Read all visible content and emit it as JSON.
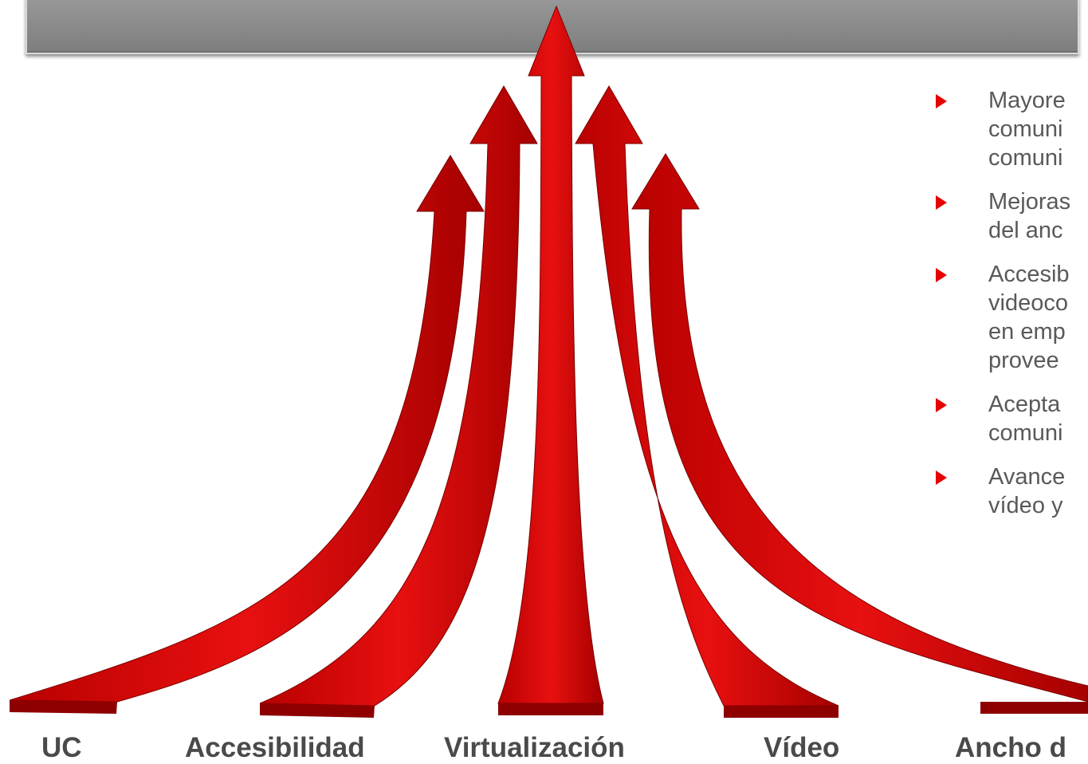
{
  "bullets": [
    {
      "lines": [
        "Mayore",
        "comuni",
        "comuni"
      ]
    },
    {
      "lines": [
        "Mejoras",
        "del anc"
      ]
    },
    {
      "lines": [
        "Accesib",
        "videoco",
        "en emp",
        "provee"
      ]
    },
    {
      "lines": [
        "Acepta",
        "comuni"
      ]
    },
    {
      "lines": [
        "Avance",
        "vídeo y"
      ]
    }
  ],
  "labels": [
    "UC",
    "Accesibilidad",
    "Virtualización",
    "Vídeo",
    "Ancho d"
  ],
  "colors": {
    "arrow": "#d40000",
    "arrow_dark": "#8e0000",
    "bullet": "#e60000",
    "banner": "#8c8c8c"
  }
}
